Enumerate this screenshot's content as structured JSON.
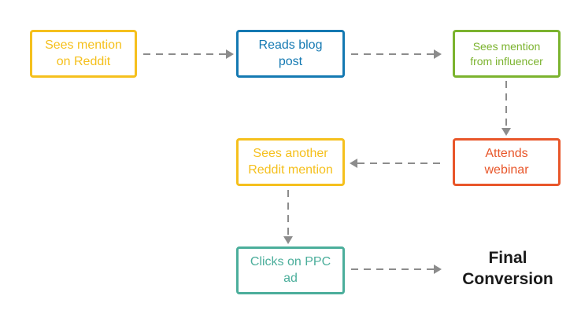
{
  "nodes": {
    "reddit_mention": {
      "label": "Sees mention\non Reddit",
      "color": "#F5C01D"
    },
    "blog_post": {
      "label": "Reads blog\npost",
      "color": "#1479B2"
    },
    "influencer": {
      "label": "Sees mention\nfrom influencer",
      "color": "#7BB32E"
    },
    "webinar": {
      "label": "Attends\nwebinar",
      "color": "#E8562A"
    },
    "reddit_mention_2": {
      "label": "Sees another\nReddit mention",
      "color": "#F5C01D"
    },
    "ppc_ad": {
      "label": "Clicks on PPC\nad",
      "color": "#4BAE9B"
    },
    "final_conversion": {
      "label": "Final\nConversion"
    }
  },
  "arrow_color": "#8C8C8C"
}
